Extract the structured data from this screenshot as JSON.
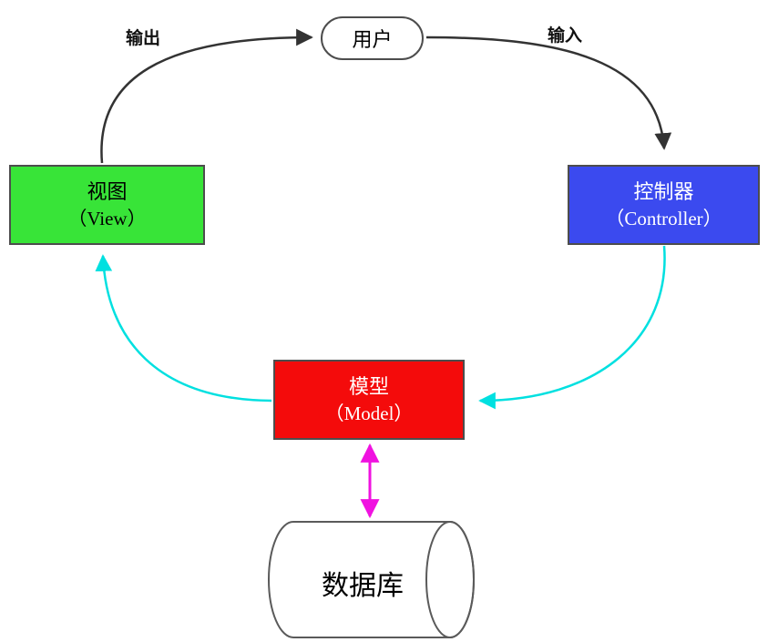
{
  "diagram": {
    "title_hint": "MVC architecture cycle diagram",
    "nodes": {
      "user": {
        "label": "用户"
      },
      "view": {
        "line1": "视图",
        "line2": "（View）",
        "color": "#38e438",
        "text_color": "#000000"
      },
      "controller": {
        "line1": "控制器",
        "line2": "（Controller）",
        "color": "#3b4aef",
        "text_color": "#ffffff"
      },
      "model": {
        "line1": "模型",
        "line2": "（Model）",
        "color": "#f40b0b",
        "text_color": "#ffffff"
      },
      "database": {
        "label": "数据库"
      }
    },
    "edges": {
      "output_label": "输出",
      "input_label": "输入",
      "black_color": "#333333",
      "cyan_color": "#00e0e0",
      "magenta_color": "#f012e0",
      "cylinder_stroke": "#5a5a5a"
    }
  }
}
